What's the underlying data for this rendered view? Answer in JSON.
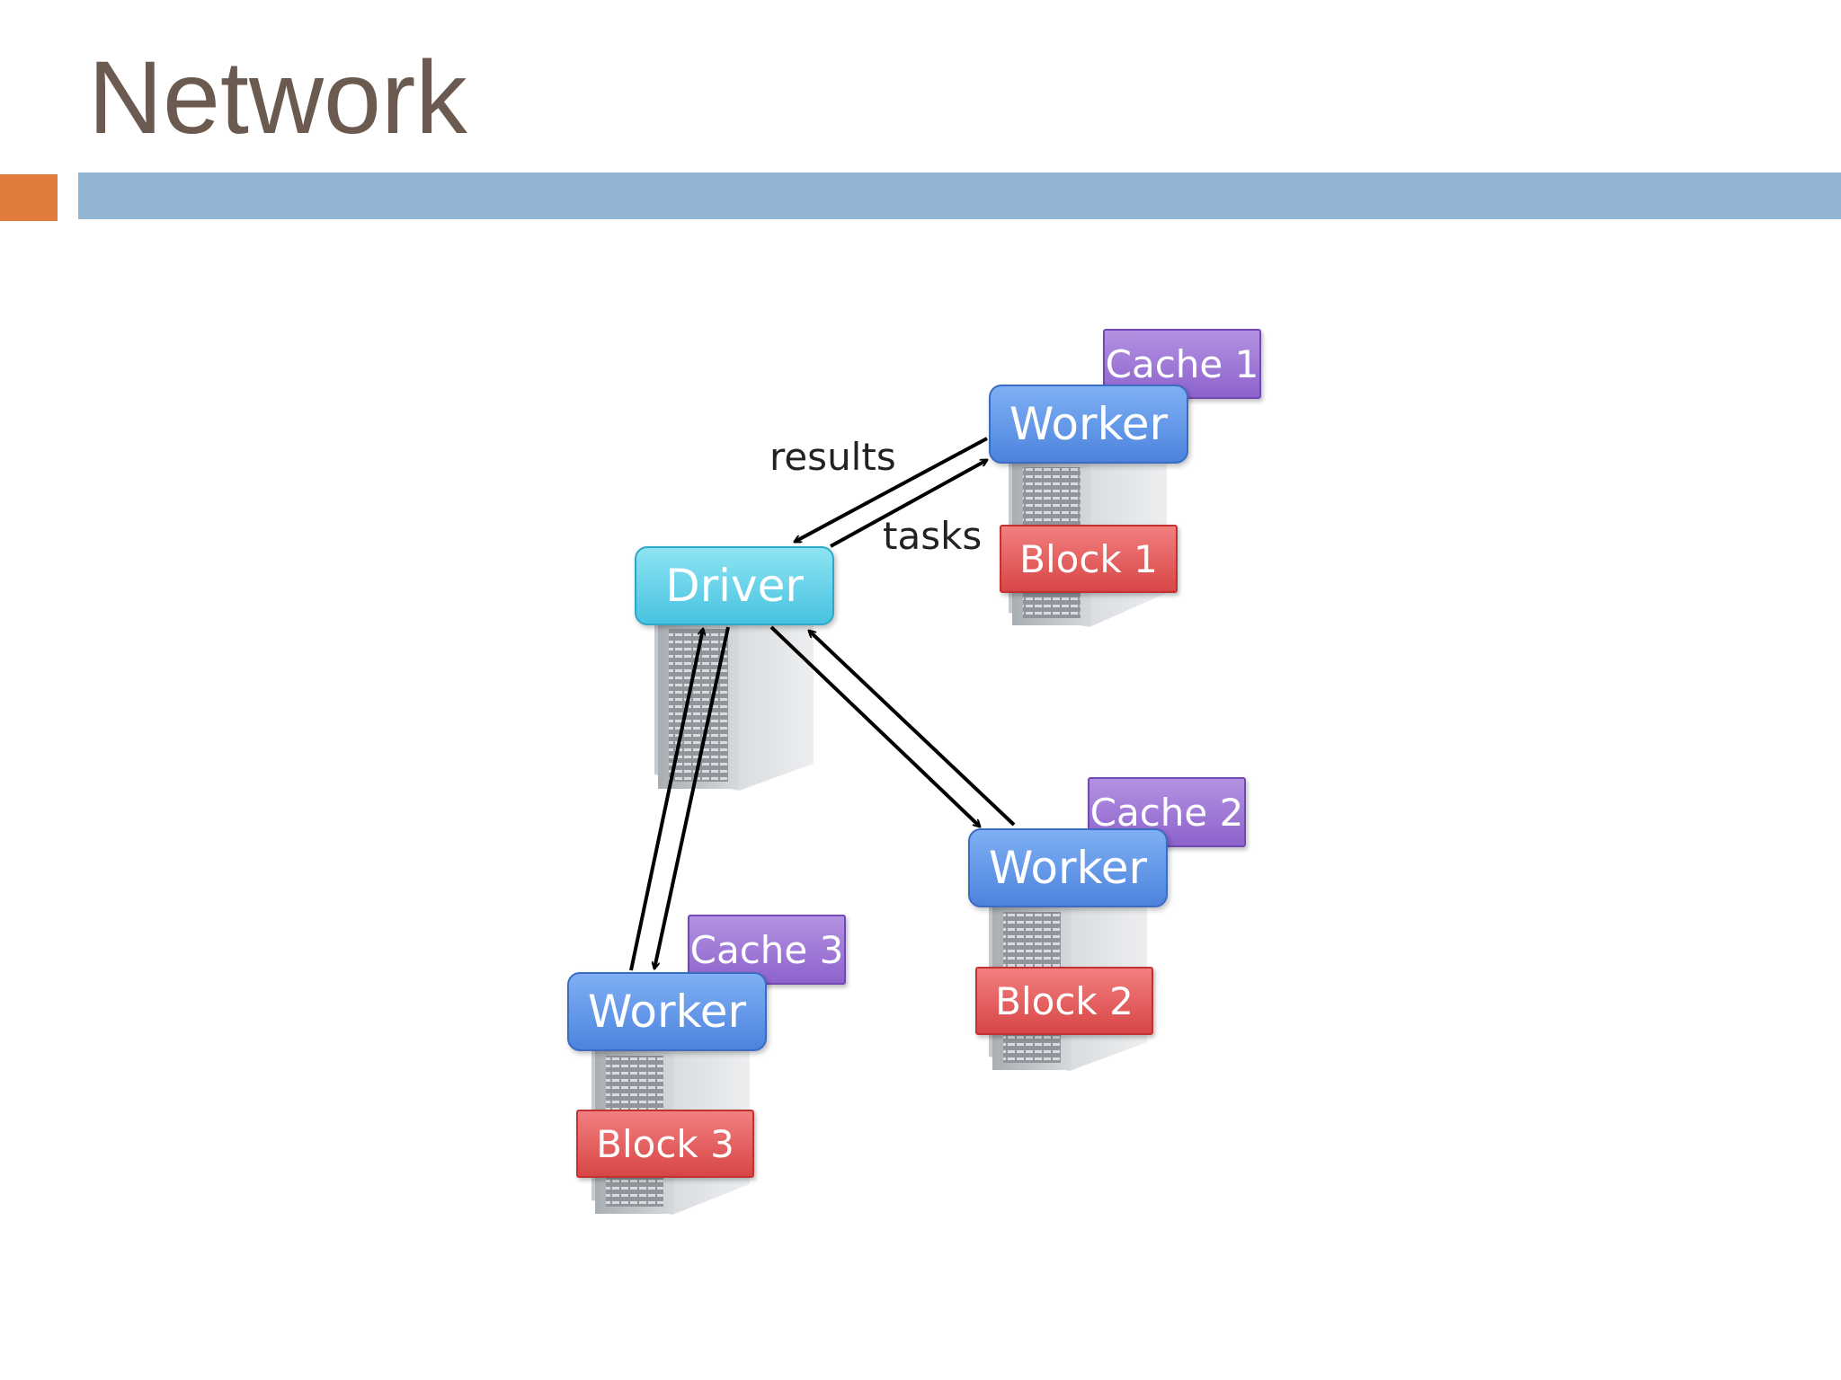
{
  "slide": {
    "title": "Network",
    "colors": {
      "title": "#6b5a50",
      "accent": "#e07b3c",
      "bar": "#93b5d4"
    }
  },
  "diagram": {
    "driver": {
      "label": "Driver"
    },
    "workers": [
      {
        "label": "Worker",
        "cache": "Cache 1",
        "block": "Block 1"
      },
      {
        "label": "Worker",
        "cache": "Cache 2",
        "block": "Block 2"
      },
      {
        "label": "Worker",
        "cache": "Cache 3",
        "block": "Block 3"
      }
    ],
    "edge_labels": {
      "results": "results",
      "tasks": "tasks"
    },
    "colors": {
      "driver": "#5cc9e4",
      "worker": "#5b8fe2",
      "cache": "#9c74d6",
      "block": "#e05757",
      "arrow": "#000000"
    }
  }
}
